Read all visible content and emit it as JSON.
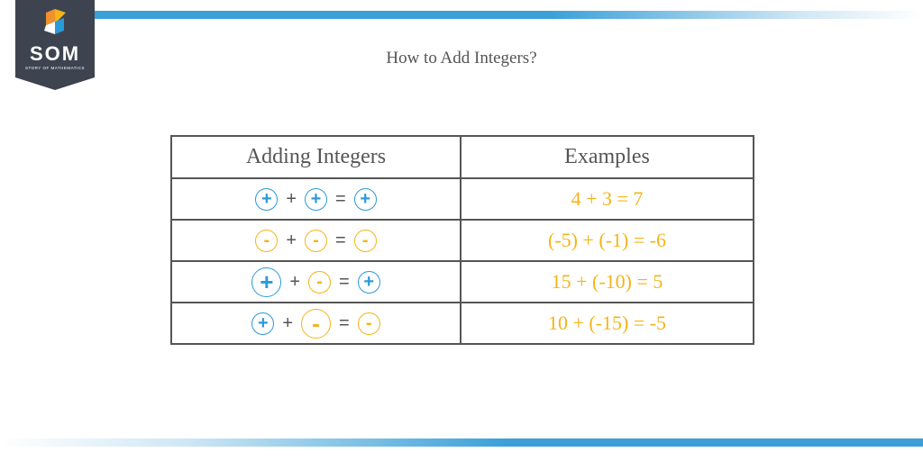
{
  "brand": {
    "logo_text": "SOM",
    "logo_subtext": "STORY OF MATHEMATICS",
    "colors": {
      "dark": "#3d4450",
      "blue": "#2b9ad8",
      "yellow": "#f5b417",
      "orange": "#f0912d"
    }
  },
  "title": "How to Add Integers?",
  "table": {
    "headers": [
      "Adding Integers",
      "Examples"
    ],
    "rows": [
      {
        "rule": [
          {
            "sign": "+",
            "kind": "positive",
            "size": "small"
          },
          {
            "op": "+"
          },
          {
            "sign": "+",
            "kind": "positive",
            "size": "small"
          },
          {
            "op": "="
          },
          {
            "sign": "+",
            "kind": "positive",
            "size": "small"
          }
        ],
        "example": "4 + 3 = 7"
      },
      {
        "rule": [
          {
            "sign": "-",
            "kind": "negative",
            "size": "small"
          },
          {
            "op": "+"
          },
          {
            "sign": "-",
            "kind": "negative",
            "size": "small"
          },
          {
            "op": "="
          },
          {
            "sign": "-",
            "kind": "negative",
            "size": "small"
          }
        ],
        "example": "(-5) + (-1) = -6"
      },
      {
        "rule": [
          {
            "sign": "+",
            "kind": "positive",
            "size": "big"
          },
          {
            "op": "+"
          },
          {
            "sign": "-",
            "kind": "negative",
            "size": "small"
          },
          {
            "op": "="
          },
          {
            "sign": "+",
            "kind": "positive",
            "size": "small"
          }
        ],
        "example": "15 + (-10) = 5"
      },
      {
        "rule": [
          {
            "sign": "+",
            "kind": "positive",
            "size": "small"
          },
          {
            "op": "+"
          },
          {
            "sign": "-",
            "kind": "negative",
            "size": "big"
          },
          {
            "op": "="
          },
          {
            "sign": "-",
            "kind": "negative",
            "size": "small"
          }
        ],
        "example": "10 + (-15) = -5"
      }
    ]
  }
}
